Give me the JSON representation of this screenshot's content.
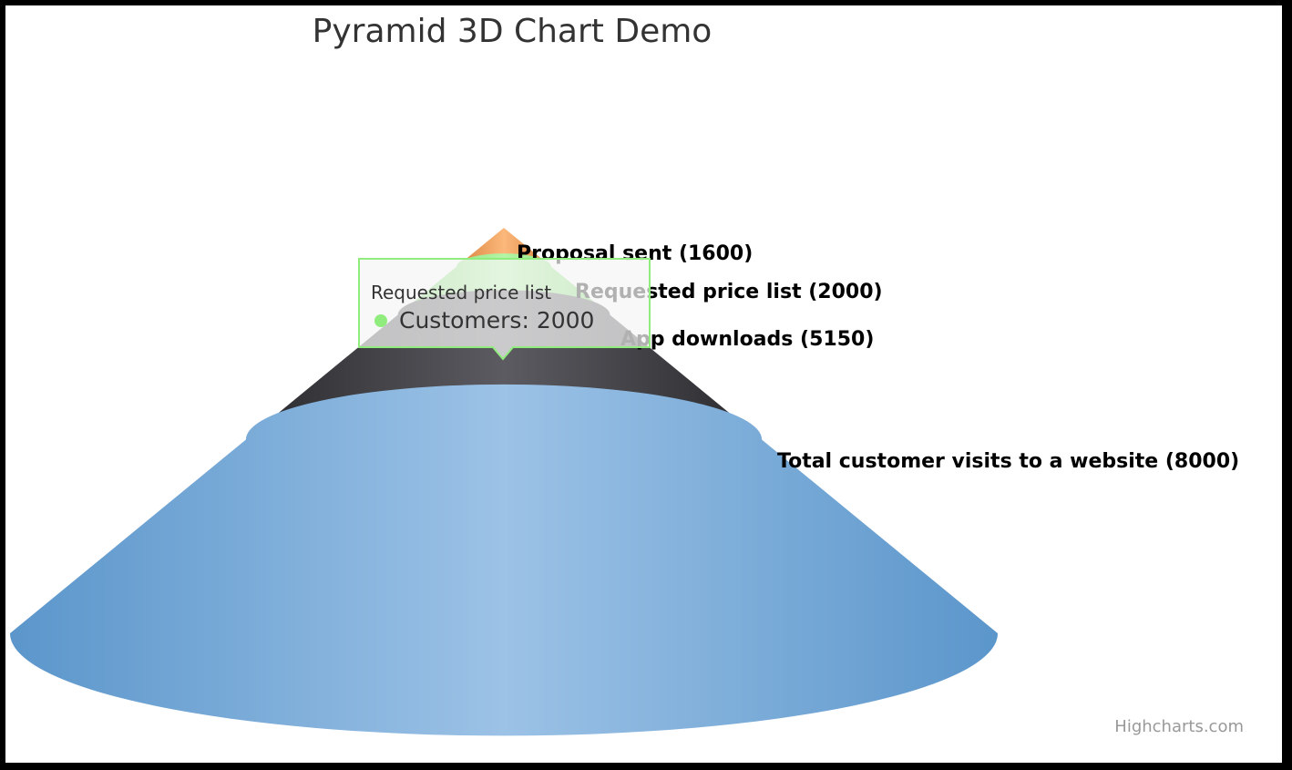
{
  "chart_data": {
    "type": "pyramid3d",
    "title": "Pyramid 3D Chart Demo",
    "series": [
      {
        "name": "Customers",
        "points": [
          {
            "name": "Total customer visits to a website",
            "value": 8000,
            "color": "#7cb5ec"
          },
          {
            "name": "App downloads",
            "value": 5150,
            "color": "#434348"
          },
          {
            "name": "Requested price list",
            "value": 2000,
            "color": "#90ed7d"
          },
          {
            "name": "Proposal sent",
            "value": 1600,
            "color": "#f7a35c"
          }
        ]
      }
    ],
    "data_labels": [
      "Proposal sent (1600)",
      "Requested price list (2000)",
      "App downloads (5150)",
      "Total customer visits to a website (8000)"
    ],
    "tooltip": {
      "header": "Requested price list",
      "series_name": "Customers",
      "value_text": "2000",
      "color": "#90ed7d"
    },
    "credits": "Highcharts.com"
  }
}
